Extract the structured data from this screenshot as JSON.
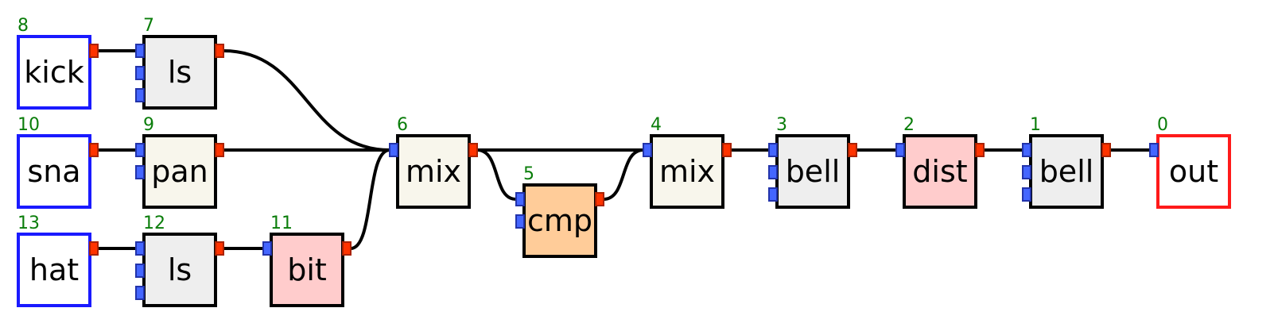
{
  "colors": {
    "source_border": "#1a1aff",
    "output_border": "#ff1a1a",
    "node_border": "#000000",
    "id_text": "#0a7d0a",
    "in_port_fill": "#4466ff",
    "in_port_stroke": "#2233aa",
    "out_port_fill": "#ff3300",
    "out_port_stroke": "#aa2200",
    "fill_white": "#ffffff",
    "fill_grey": "#eeeeee",
    "fill_cream": "#f8f6ec",
    "fill_pink": "#ffcccc",
    "fill_orange": "#ffcc99"
  },
  "nodes": [
    {
      "key": "kick",
      "id": "8",
      "label": "kick",
      "kind": "source",
      "fill": "fill_white",
      "inputs": 0,
      "outputs": 1
    },
    {
      "key": "ls1",
      "id": "7",
      "label": "ls",
      "kind": "effect",
      "fill": "fill_grey",
      "inputs": 3,
      "outputs": 1
    },
    {
      "key": "sna",
      "id": "10",
      "label": "sna",
      "kind": "source",
      "fill": "fill_white",
      "inputs": 0,
      "outputs": 1
    },
    {
      "key": "pan",
      "id": "9",
      "label": "pan",
      "kind": "effect",
      "fill": "fill_cream",
      "inputs": 2,
      "outputs": 1
    },
    {
      "key": "hat",
      "id": "13",
      "label": "hat",
      "kind": "source",
      "fill": "fill_white",
      "inputs": 0,
      "outputs": 1
    },
    {
      "key": "ls2",
      "id": "12",
      "label": "ls",
      "kind": "effect",
      "fill": "fill_grey",
      "inputs": 3,
      "outputs": 1
    },
    {
      "key": "bit",
      "id": "11",
      "label": "bit",
      "kind": "effect",
      "fill": "fill_pink",
      "inputs": 1,
      "outputs": 1
    },
    {
      "key": "mix1",
      "id": "6",
      "label": "mix",
      "kind": "effect",
      "fill": "fill_cream",
      "inputs": 1,
      "outputs": 1
    },
    {
      "key": "cmp",
      "id": "5",
      "label": "cmp",
      "kind": "effect",
      "fill": "fill_orange",
      "inputs": 2,
      "outputs": 1
    },
    {
      "key": "mix2",
      "id": "4",
      "label": "mix",
      "kind": "effect",
      "fill": "fill_cream",
      "inputs": 1,
      "outputs": 1
    },
    {
      "key": "bell1",
      "id": "3",
      "label": "bell",
      "kind": "effect",
      "fill": "fill_grey",
      "inputs": 3,
      "outputs": 1
    },
    {
      "key": "dist",
      "id": "2",
      "label": "dist",
      "kind": "effect",
      "fill": "fill_pink",
      "inputs": 1,
      "outputs": 1
    },
    {
      "key": "bell2",
      "id": "1",
      "label": "bell",
      "kind": "effect",
      "fill": "fill_grey",
      "inputs": 3,
      "outputs": 1
    },
    {
      "key": "out",
      "id": "0",
      "label": "out",
      "kind": "output",
      "fill": "fill_white",
      "inputs": 1,
      "outputs": 0
    }
  ],
  "edges": [
    {
      "from": "kick",
      "to": "ls1",
      "to_port": 0
    },
    {
      "from": "sna",
      "to": "pan",
      "to_port": 0
    },
    {
      "from": "hat",
      "to": "ls2",
      "to_port": 0
    },
    {
      "from": "ls2",
      "to": "bit",
      "to_port": 0
    },
    {
      "from": "ls1",
      "to": "mix1",
      "to_port": 0
    },
    {
      "from": "pan",
      "to": "mix1",
      "to_port": 0
    },
    {
      "from": "bit",
      "to": "mix1",
      "to_port": 0
    },
    {
      "from": "mix1",
      "to": "cmp",
      "to_port": 0
    },
    {
      "from": "mix1",
      "to": "mix2",
      "to_port": 0
    },
    {
      "from": "cmp",
      "to": "mix2",
      "to_port": 0
    },
    {
      "from": "mix2",
      "to": "bell1",
      "to_port": 0
    },
    {
      "from": "bell1",
      "to": "dist",
      "to_port": 0
    },
    {
      "from": "dist",
      "to": "bell2",
      "to_port": 0
    },
    {
      "from": "bell2",
      "to": "out",
      "to_port": 0
    }
  ]
}
